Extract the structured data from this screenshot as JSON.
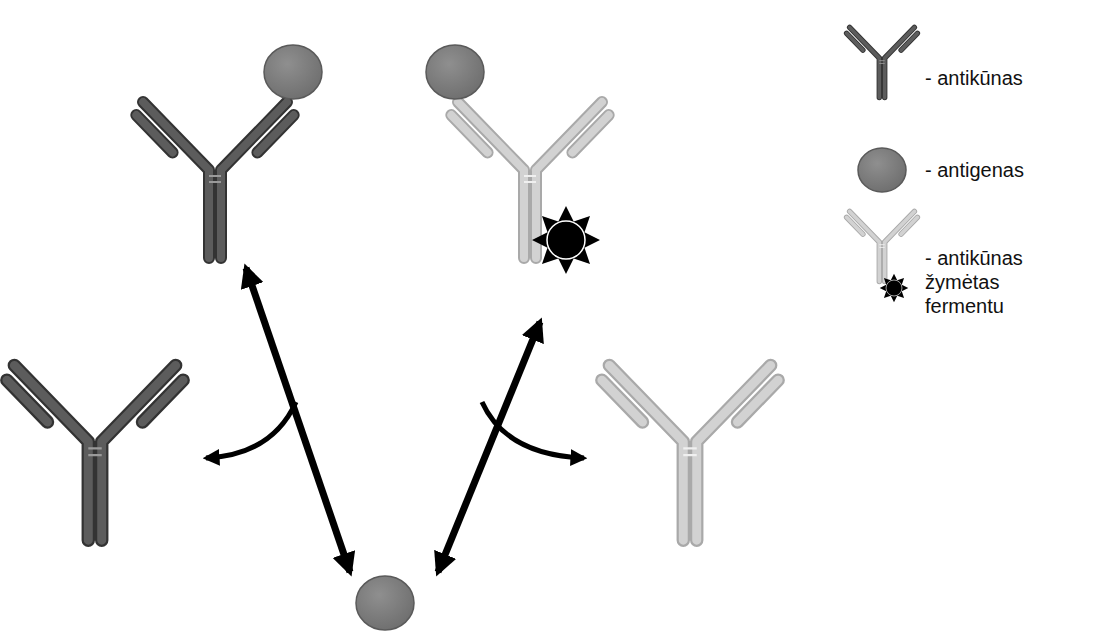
{
  "diagram": {
    "legend": [
      {
        "text": "- antikūnas"
      },
      {
        "text": "- antigenas"
      },
      {
        "text": "- antikūnas žymėtas fermentu"
      }
    ]
  }
}
